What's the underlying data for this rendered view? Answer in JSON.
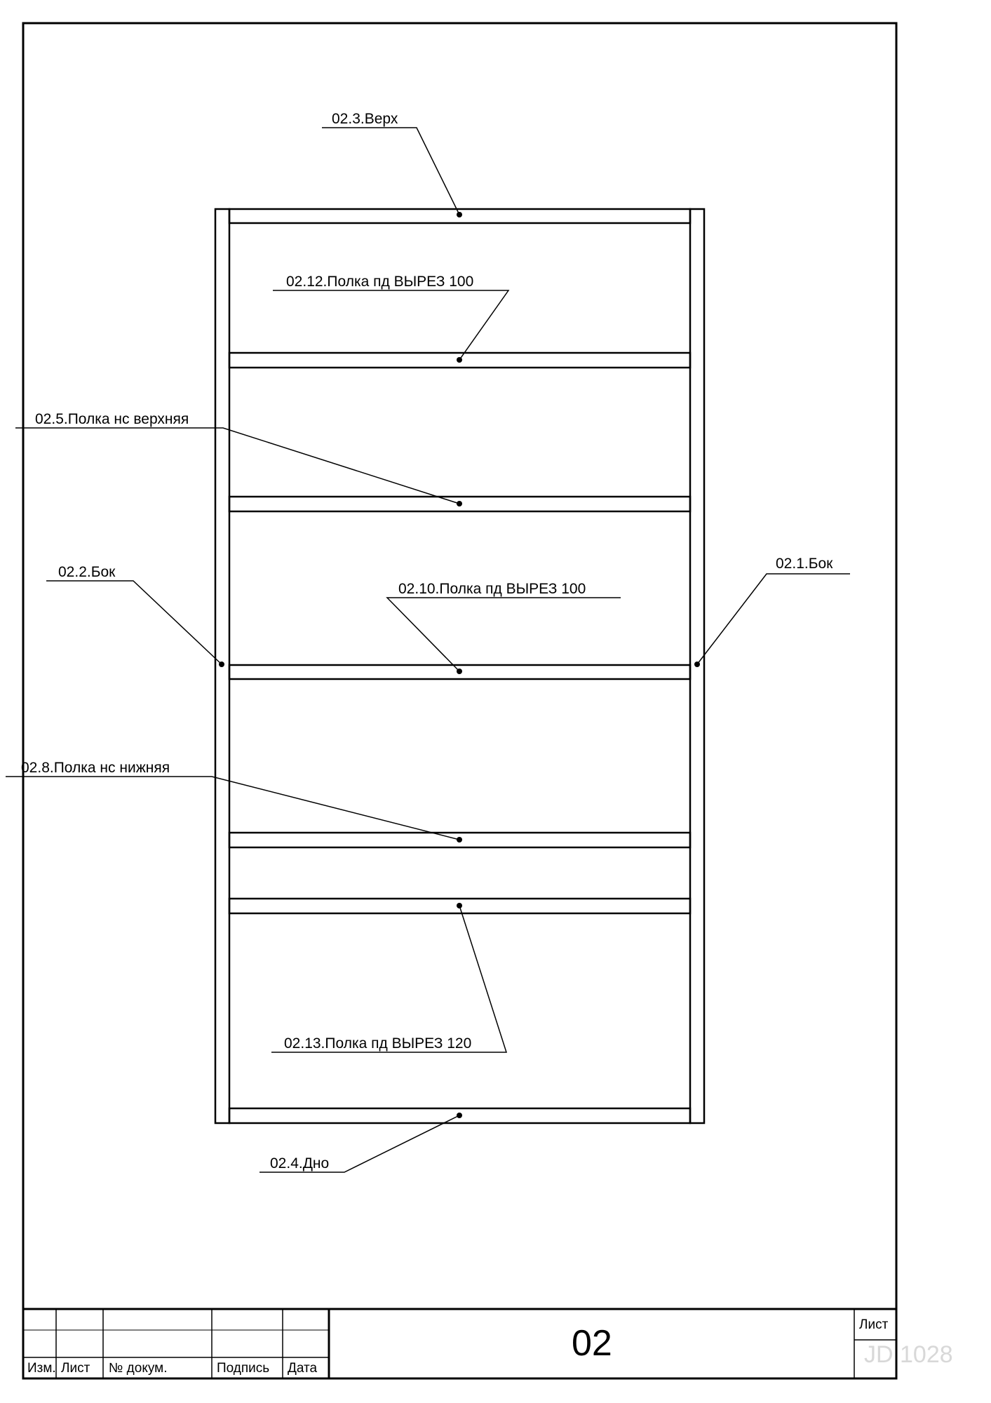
{
  "drawing": {
    "sheet_code": "02",
    "labels": {
      "top": "02.3.Верх",
      "shelf_12": "02.12.Полка пд ВЫРЕЗ 100",
      "shelf_5": "02.5.Полка нс верхняя",
      "side_2": "02.2.Бок",
      "side_1": "02.1.Бок",
      "shelf_10": "02.10.Полка пд ВЫРЕЗ 100",
      "shelf_8": "02.8.Полка нс нижняя",
      "shelf_13": "02.13.Полка пд ВЫРЕЗ 120",
      "bottom": "02.4.Дно"
    }
  },
  "title_block": {
    "izm": "Изм.",
    "list": "Лист",
    "doc_no": "№ докум.",
    "signature": "Подпись",
    "date": "Дата",
    "sheet_label": "Лист",
    "watermark": "JD 1028"
  }
}
